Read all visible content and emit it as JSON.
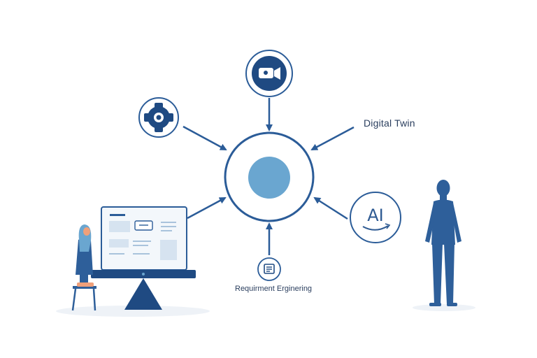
{
  "labels": {
    "digital_twin": "Digital Twin",
    "requirement_engineering": "Requirment Erginering",
    "ai_badge": "AI"
  },
  "icons": {
    "top": "video-camera-icon",
    "upper_left": "gear-icon",
    "right": "ai-icon",
    "bottom": "document-icon"
  },
  "colors": {
    "primary": "#2b5c98",
    "navy": "#1f4a82",
    "core_fill": "#6aa6d0",
    "human_figure": "#2e5f9a",
    "screen_bg": "#f3f7fb",
    "skin": "#f0a07a"
  }
}
